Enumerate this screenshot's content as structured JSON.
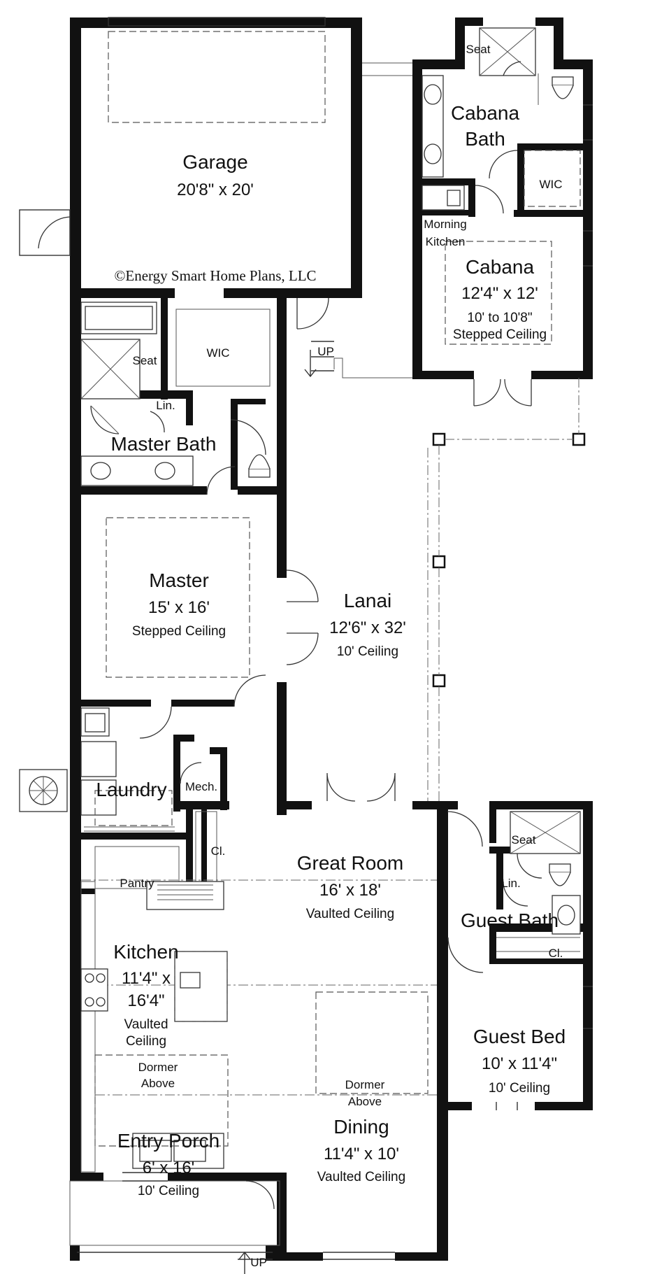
{
  "copyright": "©Energy Smart Home Plans, LLC",
  "rooms": {
    "garage": {
      "name": "Garage",
      "size": "20'8\" x 20'"
    },
    "cabana_bath": {
      "line1": "Cabana",
      "line2": "Bath"
    },
    "cabana": {
      "name": "Cabana",
      "size": "12'4\" x 12'",
      "note1": "10' to 10'8\"",
      "note2": "Stepped Ceiling"
    },
    "morning_kitchen": {
      "line1": "Morning",
      "line2": "Kitchen"
    },
    "master_bath": {
      "name": "Master Bath"
    },
    "master": {
      "name": "Master",
      "size": "15' x 16'",
      "note": "Stepped Ceiling"
    },
    "lanai": {
      "name": "Lanai",
      "size": "12'6\" x 32'",
      "note": "10' Ceiling"
    },
    "laundry": {
      "name": "Laundry"
    },
    "mech": {
      "name": "Mech."
    },
    "great_room": {
      "name": "Great Room",
      "size": "16' x 18'",
      "note": "Vaulted Ceiling"
    },
    "pantry": {
      "name": "Pantry"
    },
    "kitchen": {
      "name": "Kitchen",
      "size1": "11'4\" x",
      "size2": "16'4\"",
      "note1": "Vaulted",
      "note2": "Ceiling"
    },
    "guest_bath": {
      "name": "Guest Bath"
    },
    "guest_bed": {
      "name": "Guest Bed",
      "size": "10' x 11'4\"",
      "note": "10' Ceiling"
    },
    "entry_porch": {
      "name": "Entry Porch",
      "size": "6' x 16'",
      "note": "10' Ceiling"
    },
    "dining": {
      "name": "Dining",
      "size": "11'4\" x 10'",
      "note": "Vaulted Ceiling"
    }
  },
  "small_labels": {
    "wic_master": "WIC",
    "wic_cabana": "WIC",
    "seat_master": "Seat",
    "seat_cabana": "Seat",
    "seat_guest": "Seat",
    "lin_master": "Lin.",
    "lin_guest": "Lin.",
    "cl_great": "Cl.",
    "cl_guest": "Cl.",
    "dormer_kitchen_1": "Dormer",
    "dormer_kitchen_2": "Above",
    "dormer_dining_1": "Dormer",
    "dormer_dining_2": "Above",
    "up_lanai": "UP",
    "up_entry": "UP"
  }
}
